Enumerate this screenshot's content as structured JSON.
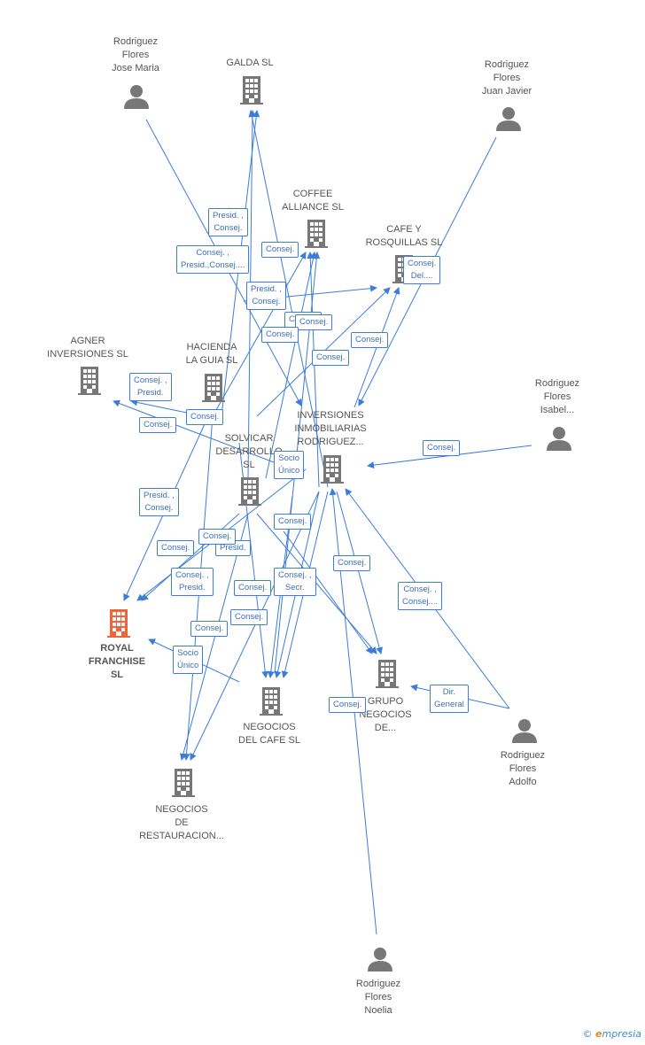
{
  "nodes": {
    "jose_maria": "Rodriguez\nFlores\nJose Maria",
    "galda": "GALDA SL",
    "juan_javier": "Rodriguez\nFlores\nJuan Javier",
    "coffee_alliance": "COFFEE\nALLIANCE SL",
    "cafe_rosquillas": "CAFE Y\nROSQUILLAS SL",
    "agner": "AGNER\nINVERSIONES SL",
    "hacienda": "HACIENDA\nLA GUIA SL",
    "isabel": "Rodriguez\nFlores\nIsabel...",
    "inversiones": "INVERSIONES\nINMOBILIARIAS\nRODRIGUEZ...",
    "solvicar": "SOLVICAR\nDESARROLLO\nSL",
    "royal": "ROYAL\nFRANCHISE\nSL",
    "grupo": "GRUPO\nNEGOCIOS\nDE...",
    "negocios_cafe": "NEGOCIOS\nDEL CAFE SL",
    "adolfo": "Rodriguez\nFlores\nAdolfo",
    "restauracion": "NEGOCIOS\nDE\nRESTAURACION...",
    "noelia": "Rodriguez\nFlores\nNoelia"
  },
  "edges": {
    "e1": "Presid. ,\nConsej.",
    "e2": "Consej. ,\nPresid.,Consej....",
    "e3": "Consej.",
    "e4": "Consej.\nDel....",
    "e5": "Presid. ,\nConsej.",
    "e6": "Consej.",
    "e7": "Consej.",
    "e8": "Consej.",
    "e9": "Consej.",
    "e10": "Consej. ,\nPresid.",
    "e11": "Consej.",
    "e12": "Consej.",
    "e13": "Consej.",
    "e14": "Socio\nÚnico",
    "e15": "Consej.",
    "e16": "Presid. ,\nConsej.",
    "e17": "Consej.",
    "e18": "Presid.",
    "e19": "Consej.",
    "e20": "Consej. ,\nPresid.",
    "e21": "Consej.",
    "e22": "Consej. ,\nSecr.",
    "e23": "Consej.",
    "e24": "Consej. ,\nConsej....",
    "e25": "Consej.",
    "e26": "Consej.",
    "e27": "Socio\nÚnico",
    "e28": "Dir.\nGeneral",
    "e29": "Consej."
  },
  "colors": {
    "edge": "#3b7dd8",
    "icon": "#777777",
    "main_icon": "#f0643c"
  },
  "footer": {
    "copyright": "©",
    "brand_e": "e",
    "brand_rest": "mpresia"
  }
}
